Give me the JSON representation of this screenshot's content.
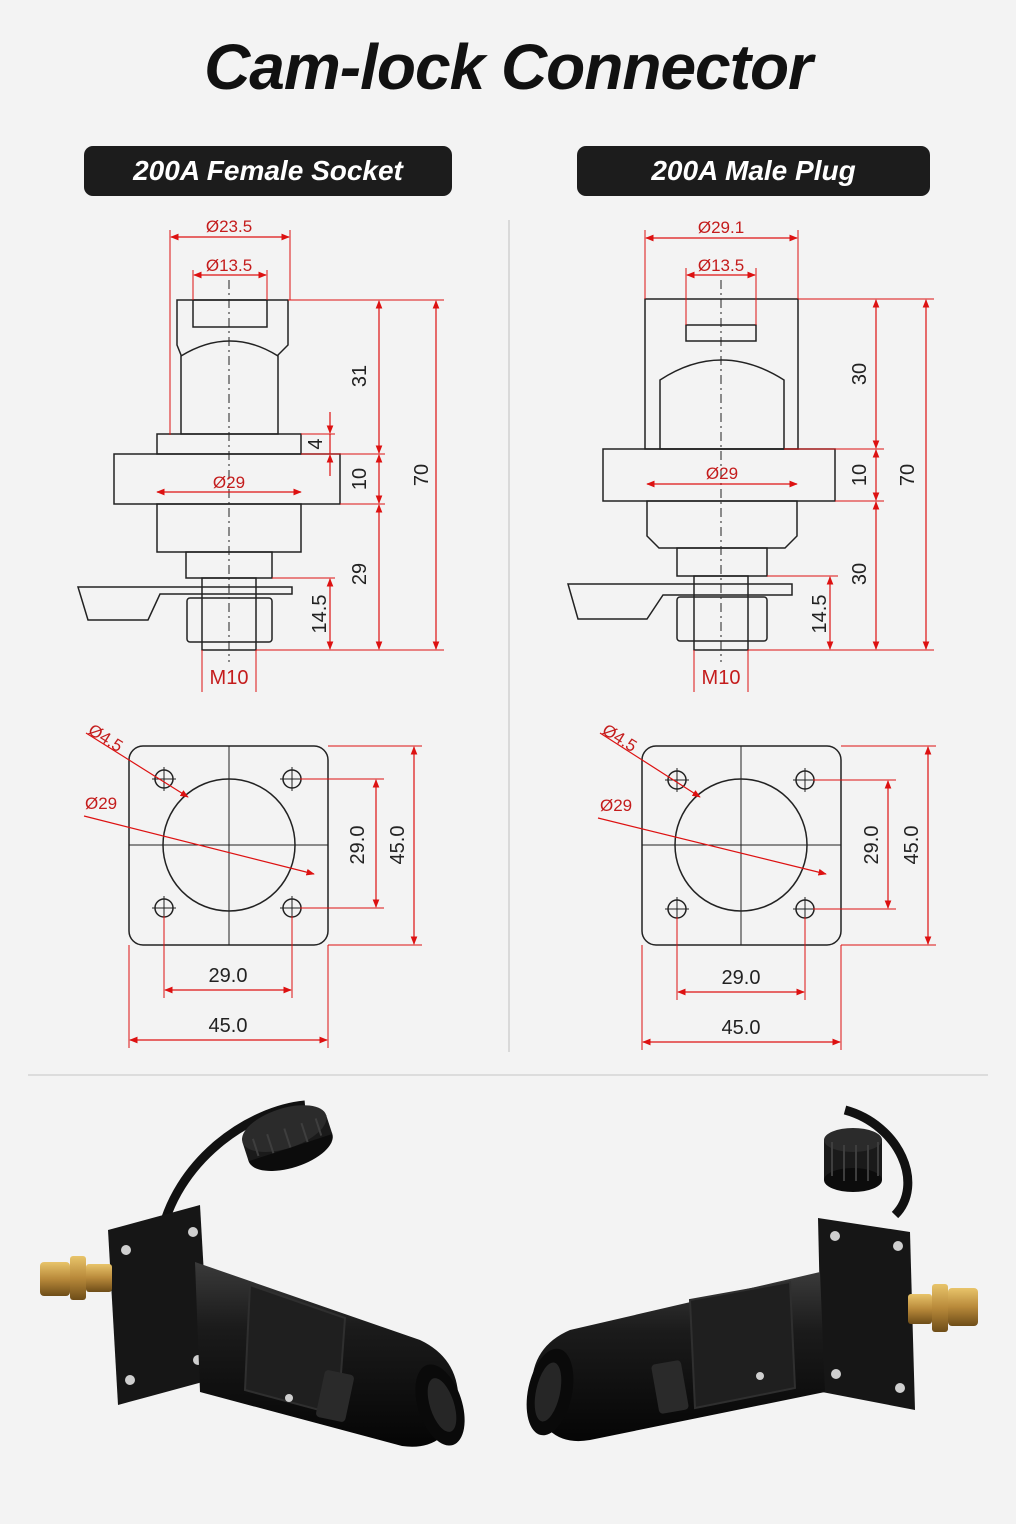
{
  "title": "Cam-lock Connector",
  "female": {
    "label": "200A Female Socket",
    "side": {
      "d_outer": "Ø23.5",
      "d_inner": "Ø13.5",
      "d_flange": "Ø29",
      "h_top": "31",
      "h_step": "4",
      "h_flange": "10",
      "h_bottom": "29",
      "h_thread": "14.5",
      "h_total": "70",
      "thread": "M10"
    },
    "flange": {
      "hole_d": "Ø4.5",
      "bore_d": "Ø29",
      "v_inner": "29.0",
      "v_outer": "45.0",
      "h_inner": "29.0",
      "h_outer": "45.0"
    }
  },
  "male": {
    "label": "200A Male Plug",
    "side": {
      "d_outer": "Ø29.1",
      "d_inner": "Ø13.5",
      "d_flange": "Ø29",
      "h_top": "30",
      "h_flange": "10",
      "h_bottom": "30",
      "h_thread": "14.5",
      "h_total": "70",
      "thread": "M10"
    },
    "flange": {
      "hole_d": "Ø4.5",
      "bore_d": "Ø29",
      "v_inner": "29.0",
      "v_outer": "45.0",
      "h_inner": "29.0",
      "h_outer": "45.0"
    }
  },
  "colors": {
    "dimension": "#d11111",
    "outline": "#222222",
    "connector_body": "#151515",
    "terminal": "#b8893a",
    "label_bg": "#1c1c1c"
  }
}
